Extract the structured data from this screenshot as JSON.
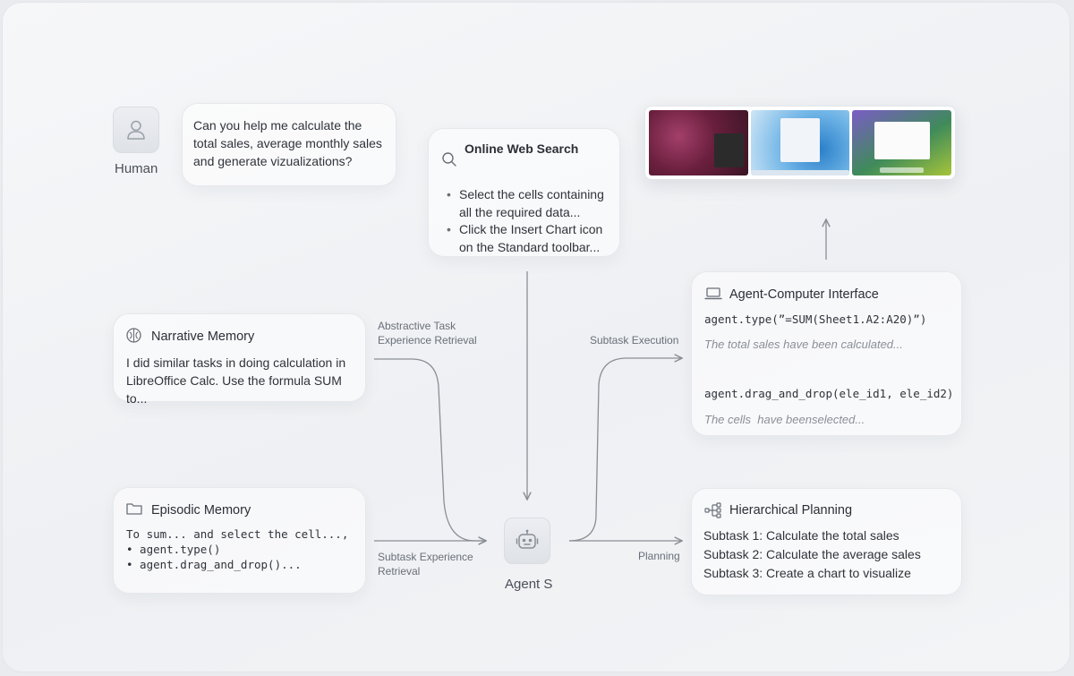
{
  "human": {
    "label": "Human",
    "message": "Can you help me calculate the total sales, average monthly sales and generate vizualizations?"
  },
  "web_search": {
    "title": "Online Web Search",
    "bullets": [
      "Select the cells containing all the required data...",
      "Click the Insert Chart icon on the Standard toolbar..."
    ]
  },
  "narrative_memory": {
    "title": "Narrative Memory",
    "text": "I did similar tasks in doing calculation in LibreOffice Calc. Use the formula SUM to..."
  },
  "episodic_memory": {
    "title": "Episodic Memory",
    "lines": [
      "To sum... and select the cell...,",
      "• agent.type()",
      "• agent.drag_and_drop()..."
    ]
  },
  "aci": {
    "title": "Agent-Computer Interface",
    "code1": "agent.type(”=SUM(Sheet1.A2:A20)”)",
    "result1": "The total sales have been calculated...",
    "code2": "agent.drag_and_drop(ele_id1, ele_id2)",
    "result2": "The cells  have beenselected..."
  },
  "planning": {
    "title": "Hierarchical Planning",
    "subtasks": [
      "Subtask 1: Calculate the total sales",
      "Subtask 2: Calculate the average sales",
      "Subtask 3: Create a chart to visualize"
    ]
  },
  "agent": {
    "label": "Agent S"
  },
  "edges": {
    "abstractive": "Abstractive Task Experience Retrieval",
    "subtask_experience": "Subtask Experience Retrieval",
    "subtask_execution": "Subtask Execution",
    "planning": "Planning"
  },
  "colors": {
    "text": "#2b2f36",
    "muted": "#6a6f78",
    "arrow": "#8a8e95",
    "card_border": "#e6e8ec"
  },
  "icons": {
    "human": "user-icon",
    "search": "search-icon",
    "narrative": "brain-icon",
    "episodic": "folder-icon",
    "aci": "laptop-icon",
    "planning": "hierarchy-icon",
    "agent": "robot-icon"
  }
}
